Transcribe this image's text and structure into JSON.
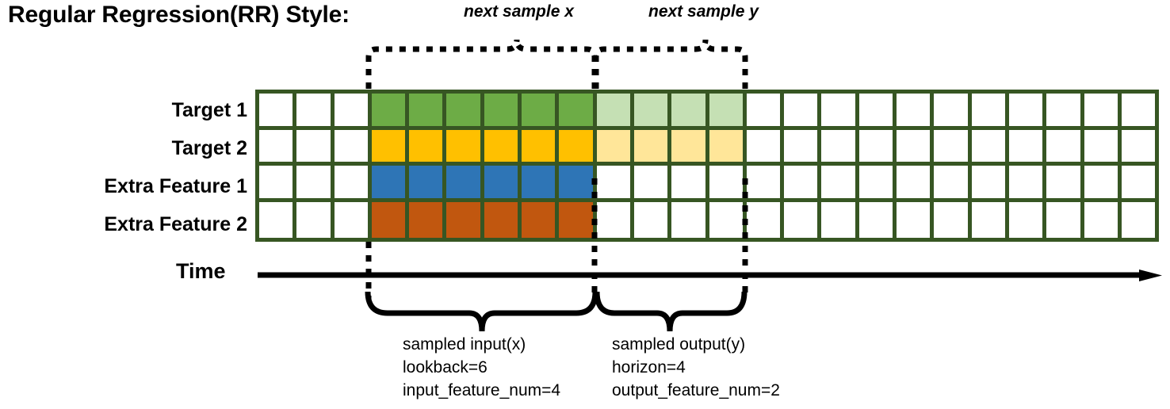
{
  "title": "Regular Regression(RR) Style:",
  "annotations": {
    "next_sample_x": "next sample x",
    "next_sample_y": "next sample y"
  },
  "rows": [
    {
      "label": "Target 1",
      "fill": "#6DAC46",
      "faded": "#C5E0B4"
    },
    {
      "label": "Target 2",
      "fill": "#FFC000",
      "faded": "#FFE699"
    },
    {
      "label": "Extra Feature 1",
      "fill": "#2E75B6",
      "faded": null
    },
    {
      "label": "Extra Feature 2",
      "fill": "#C1570F",
      "faded": null
    }
  ],
  "grid": {
    "columns": 24,
    "leading_blank_columns": 3,
    "input_start_column": 3,
    "input_columns": 6,
    "output_start_column": 9,
    "output_columns": 4,
    "border_color": "#375623",
    "empty_color": "#ffffff",
    "cell_states": [
      [
        "empty",
        "empty",
        "empty",
        "fill",
        "fill",
        "fill",
        "fill",
        "fill",
        "fill",
        "faded",
        "faded",
        "faded",
        "faded",
        "empty",
        "empty",
        "empty",
        "empty",
        "empty",
        "empty",
        "empty",
        "empty",
        "empty",
        "empty",
        "empty"
      ],
      [
        "empty",
        "empty",
        "empty",
        "fill",
        "fill",
        "fill",
        "fill",
        "fill",
        "fill",
        "faded",
        "faded",
        "faded",
        "faded",
        "empty",
        "empty",
        "empty",
        "empty",
        "empty",
        "empty",
        "empty",
        "empty",
        "empty",
        "empty",
        "empty"
      ],
      [
        "empty",
        "empty",
        "empty",
        "fill",
        "fill",
        "fill",
        "fill",
        "fill",
        "fill",
        "empty",
        "empty",
        "empty",
        "empty",
        "empty",
        "empty",
        "empty",
        "empty",
        "empty",
        "empty",
        "empty",
        "empty",
        "empty",
        "empty",
        "empty"
      ],
      [
        "empty",
        "empty",
        "empty",
        "fill",
        "fill",
        "fill",
        "fill",
        "fill",
        "fill",
        "empty",
        "empty",
        "empty",
        "empty",
        "empty",
        "empty",
        "empty",
        "empty",
        "empty",
        "empty",
        "empty",
        "empty",
        "empty",
        "empty",
        "empty"
      ]
    ]
  },
  "axis": {
    "label": "Time",
    "arrow_color": "#000000"
  },
  "captions": {
    "input": "sampled input(x)\nlookback=6\ninput_feature_num=4",
    "output": "sampled output(y)\nhorizon=4\noutput_feature_num=2"
  }
}
